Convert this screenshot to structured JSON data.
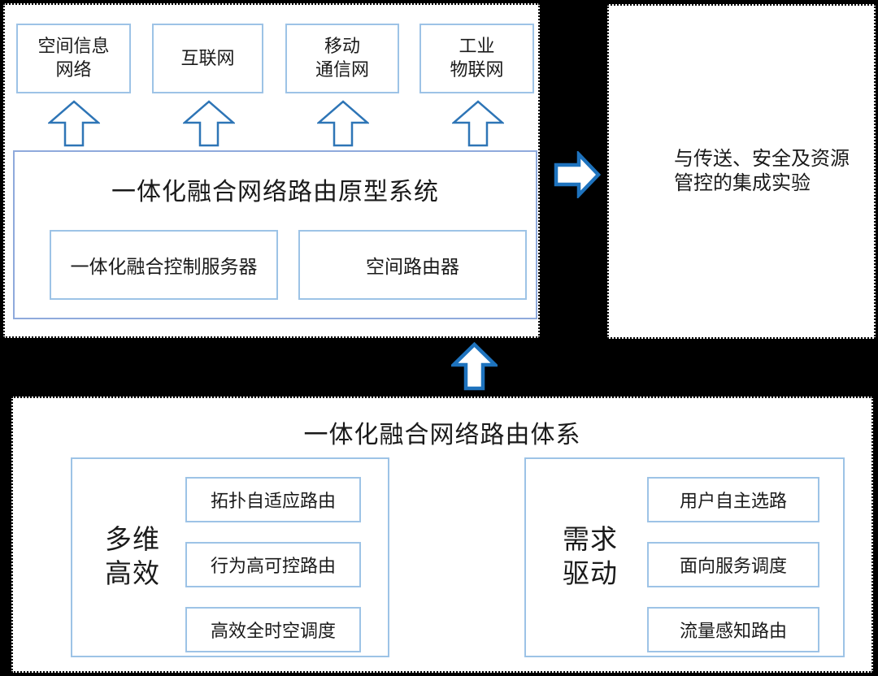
{
  "diagram": {
    "networks": [
      {
        "label": "空间信息\n网络"
      },
      {
        "label": "互联网"
      },
      {
        "label": "移动\n通信网"
      },
      {
        "label": "工业\n物联网"
      }
    ],
    "prototype": {
      "title": "一体化融合网络路由原型系统",
      "components": [
        {
          "label": "一体化融合控制服务器"
        },
        {
          "label": "空间路由器"
        }
      ]
    },
    "experiment": {
      "label": "与传送、安全及资源\n管控的集成实验"
    },
    "architecture": {
      "title": "一体化融合网络路由体系",
      "groups": [
        {
          "name": "多维\n高效",
          "items": [
            "拓扑自适应路由",
            "行为高可控路由",
            "高效全时空调度"
          ]
        },
        {
          "name": "需求\n驱动",
          "items": [
            "用户自主选路",
            "面向服务调度",
            "流量感知路由"
          ]
        }
      ]
    },
    "colors": {
      "canvas_bg": "#000000",
      "panel_bg": "#FFFFFF",
      "panel_border": "#000000",
      "box_border": "#9DC3E6",
      "system_box_border": "#8FAADC",
      "thin_arrow_stroke": "#2E75B6",
      "bold_arrow_stroke": "#1E73BE",
      "arrow_fill": "#FFFFFF"
    }
  }
}
